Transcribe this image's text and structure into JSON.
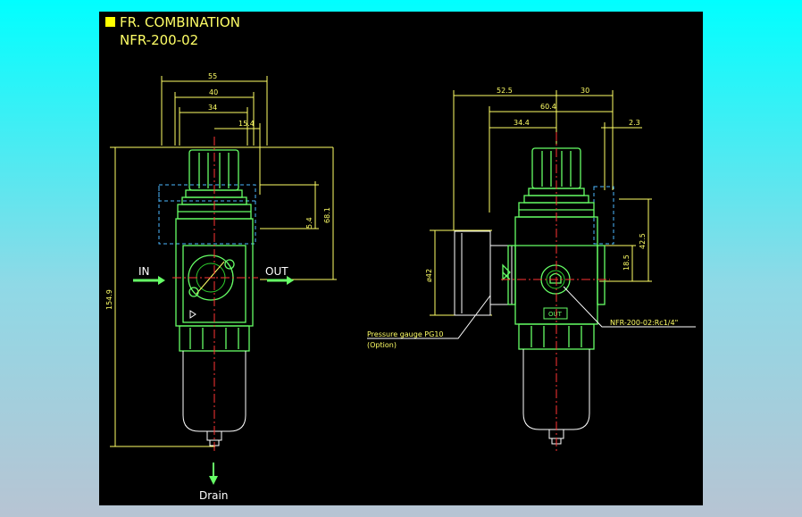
{
  "title": {
    "line1": "FR. COMBINATION",
    "line2": "NFR-200-02",
    "marker_color": "#ffff00"
  },
  "colors": {
    "canvas": "#000000",
    "outline": "#66ff66",
    "dimension": "#ffff66",
    "centerline": "#ff3333",
    "hidden": "#4db8ff"
  },
  "front_view": {
    "dims": {
      "d55": "55",
      "d40": "40",
      "d34": "34",
      "d15_4": "15.4",
      "d5_4": "5.4",
      "d68_1": "68.1",
      "d154_9": "154.9"
    },
    "labels": {
      "inlet": "IN",
      "outlet": "OUT",
      "drain": "Drain"
    }
  },
  "side_view": {
    "dims": {
      "d52_5": "52.5",
      "d30": "30",
      "d60_4": "60.4",
      "d34_4": "34.4",
      "d2_3": "2.3",
      "d42_5": "42.5",
      "d18_5": "18.5",
      "phi42": "ø42"
    },
    "port_mark": "OUT",
    "callouts": {
      "gauge_line1": "Pressure gauge PG10",
      "gauge_line2": "(Option)",
      "port_thread": "NFR-200-02:Rc1/4\""
    }
  }
}
